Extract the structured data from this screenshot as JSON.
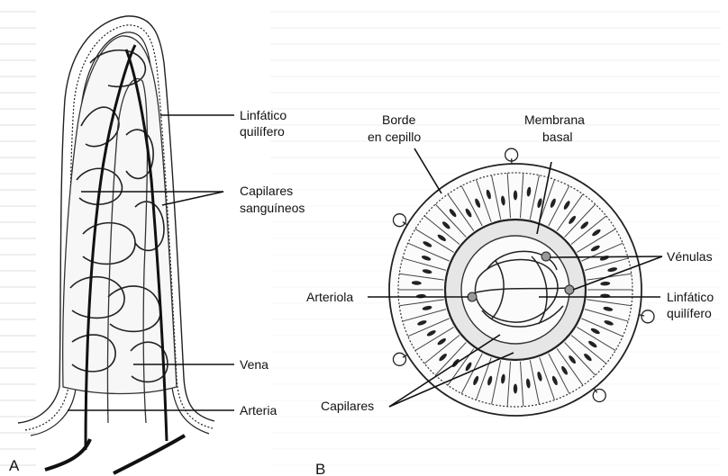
{
  "panel_a": {
    "letter": "A",
    "labels": {
      "lymphatic_line1": "Linfático",
      "lymphatic_line2": "quilífero",
      "capillaries_line1": "Capilares",
      "capillaries_line2": "sanguíneos",
      "vein": "Vena",
      "artery": "Arteria"
    }
  },
  "panel_b": {
    "letter": "B",
    "labels": {
      "brush_border_line1": "Borde",
      "brush_border_line2": "en cepillo",
      "basal_membrane_line1": "Membrana",
      "basal_membrane_line2": "basal",
      "venules": "Vénulas",
      "arteriole": "Arteriola",
      "lymphatic_line1": "Linfático",
      "lymphatic_line2": "quilífero",
      "capillaries": "Capilares"
    }
  }
}
